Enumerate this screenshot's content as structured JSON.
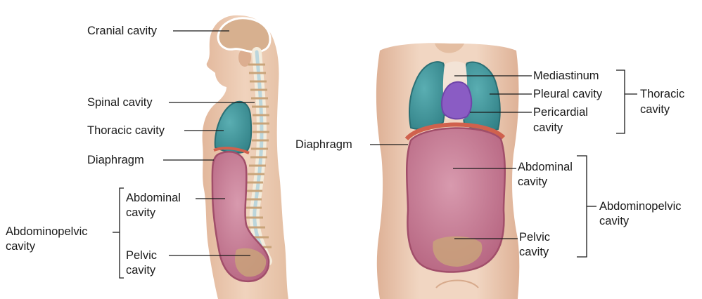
{
  "side_view": {
    "cranial": "Cranial cavity",
    "spinal": "Spinal cavity",
    "thoracic": "Thoracic cavity",
    "diaphragm": "Diaphragm",
    "abdominal_1": "Abdominal",
    "abdominal_2": "cavity",
    "pelvic_1": "Pelvic",
    "pelvic_2": "cavity",
    "abdominopelvic_1": "Abdominopelvic",
    "abdominopelvic_2": "cavity"
  },
  "front_view": {
    "diaphragm": "Diaphragm",
    "mediastinum": "Mediastinum",
    "pleural": "Pleural cavity",
    "pericardial_1": "Pericardial",
    "pericardial_2": "cavity",
    "thoracic_1": "Thoracic",
    "thoracic_2": "cavity",
    "abdominal_1": "Abdominal",
    "abdominal_2": "cavity",
    "pelvic_1": "Pelvic",
    "pelvic_2": "cavity",
    "abdominopelvic_1": "Abdominopelvic",
    "abdominopelvic_2": "cavity"
  },
  "colors": {
    "skin": "#eac7ae",
    "skin_shade": "#dcae90",
    "cranial": "#d7b08f",
    "thoracic": "#3e8f95",
    "pleural": "#4a9ea3",
    "pericardial": "#8a5cc4",
    "abdominal": "#c97b94",
    "pelvic": "#c9a27a",
    "diaphragm": "#d0614d",
    "spine": "#f1e6cf"
  }
}
